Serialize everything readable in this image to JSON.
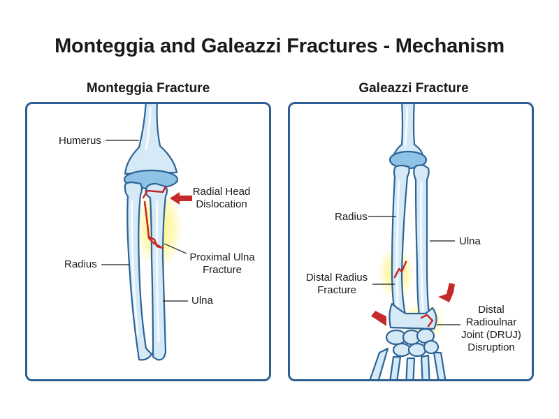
{
  "title": "Monteggia and Galeazzi Fractures - Mechanism",
  "panels": {
    "monteggia": {
      "title": "Monteggia Fracture",
      "labels": {
        "humerus": "Humerus",
        "radial_head_1": "Radial Head",
        "radial_head_2": "Dislocation",
        "proximal_ulna_1": "Proximal Ulna",
        "proximal_ulna_2": "Fracture",
        "radius": "Radius",
        "ulna": "Ulna"
      }
    },
    "galeazzi": {
      "title": "Galeazzi Fracture",
      "labels": {
        "radius": "Radius",
        "ulna": "Ulna",
        "distal_radius_1": "Distal Radius",
        "distal_radius_2": "Fracture",
        "druj_1": "Distal",
        "druj_2": "Radioulnar",
        "druj_3": "Joint (DRUJ)",
        "druj_4": "Disruption"
      }
    }
  },
  "colors": {
    "border": "#2e5f93",
    "bone_fill": "#d6e9f7",
    "bone_outline": "#2d6496",
    "fracture": "#c52a2a",
    "glow": "#fff27a"
  }
}
